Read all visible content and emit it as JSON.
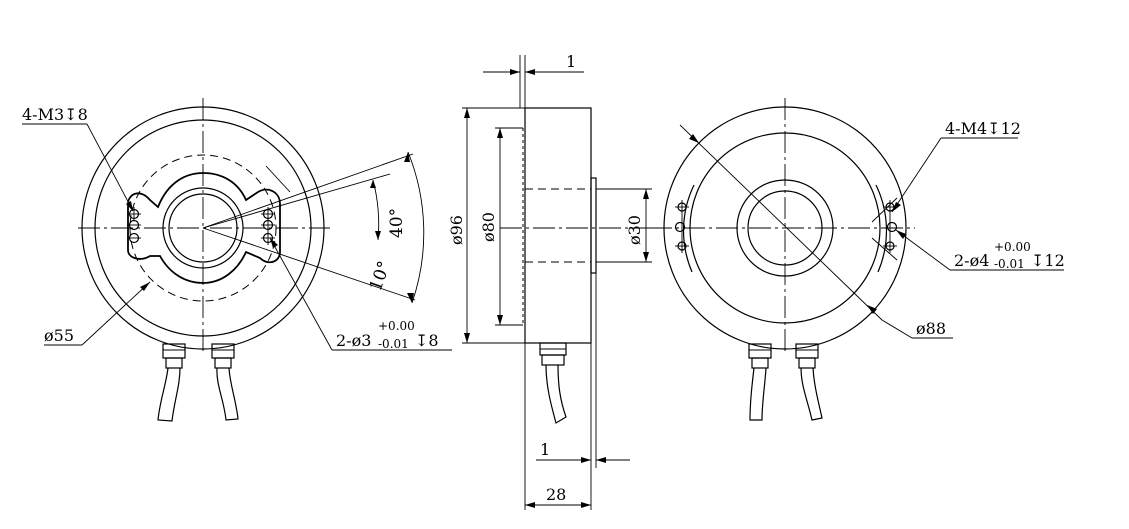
{
  "drawing": {
    "left_view": {
      "hole_note_m3": "4-M3",
      "hole_note_m3_depth": "8",
      "diameter_label": "ø55",
      "pin_hole_prefix": "2-ø3",
      "pin_hole_tol_upper": "+0.00",
      "pin_hole_tol_lower": "-0.01",
      "pin_hole_depth": "8",
      "angle_large": "40°",
      "angle_small": "10°"
    },
    "side_view": {
      "top_gap": "1",
      "dia_outer": "ø96",
      "dia_inner": "ø80",
      "dia_bore": "ø30",
      "bottom_gap": "1",
      "width": "28"
    },
    "right_view": {
      "hole_note_m4": "4-M4",
      "hole_note_m4_depth": "12",
      "pin_hole_prefix": "2-ø4",
      "pin_hole_tol_upper": "+0.00",
      "pin_hole_tol_lower": "-0.01",
      "pin_hole_depth": "12",
      "diameter_label": "ø88"
    },
    "depth_symbol": "↧"
  }
}
